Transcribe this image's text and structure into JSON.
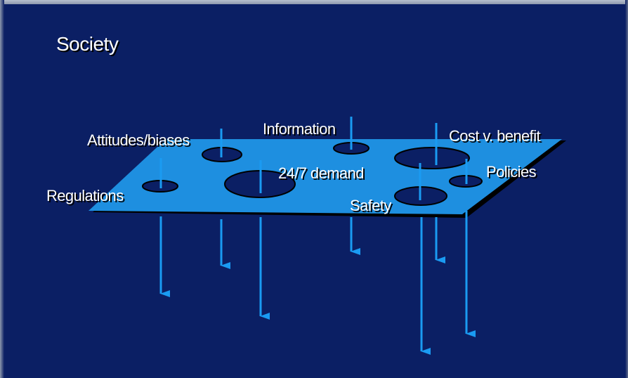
{
  "slide": {
    "title": "Society"
  },
  "labels": {
    "regulations": "Regulations",
    "attitudes": "Attitudes/biases",
    "information": "Information",
    "demand": "24/7 demand",
    "safety": "Safety",
    "cost": "Cost v. benefit",
    "policies": "Policies"
  },
  "colors": {
    "background": "#0b1f64",
    "plane": "#1e8fe0",
    "plane_edge": "#000000",
    "arrow": "#1a9bf2",
    "text": "#ffffff"
  }
}
